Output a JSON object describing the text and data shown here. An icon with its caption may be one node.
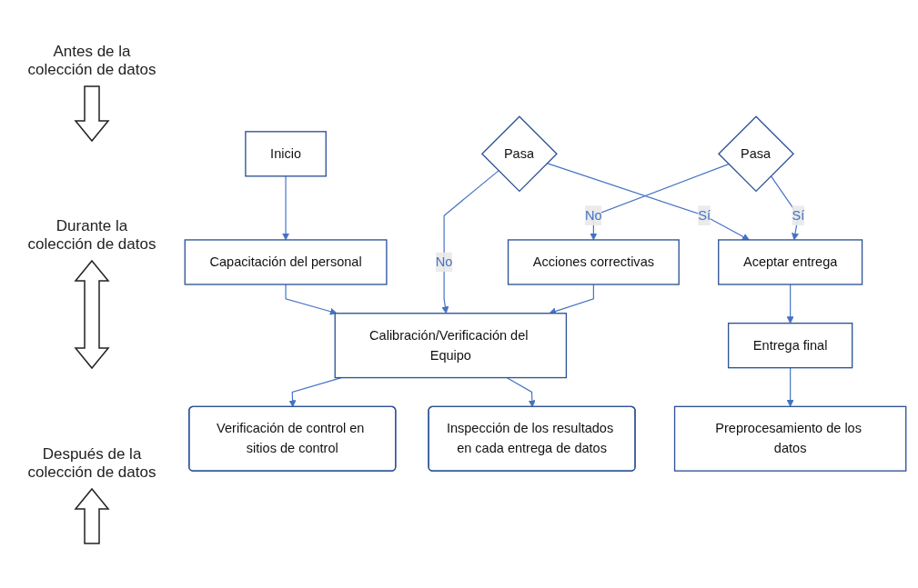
{
  "diagram": {
    "nodes": [
      {
        "text": [
          "Inicio"
        ]
      },
      {
        "text": [
          "Capacitación del personal"
        ]
      },
      {
        "text": [
          "Calibración/Verificación del Equipo"
        ]
      },
      {
        "text": [
          "Verificación de control en sitios de control"
        ]
      },
      {
        "text": [
          "Inspección de los resultados en cada entrega de datos"
        ]
      },
      {
        "text": [
          "Pasa"
        ]
      },
      {
        "text": [
          "Pasa"
        ]
      },
      {
        "text": [
          "Acciones correctivas"
        ]
      },
      {
        "text": [
          "Aceptar entrega"
        ]
      },
      {
        "text": [
          "Entrega final"
        ]
      },
      {
        "text": [
          "Preprocesamiento de los datos"
        ]
      }
    ],
    "edges": [
      {
        "from": 0,
        "to": 1,
        "arrow": "to"
      },
      {
        "from": 1,
        "to": 2,
        "arrow": "to"
      },
      {
        "from": 2,
        "to": 3,
        "arrow": "to"
      },
      {
        "from": 2,
        "to": 4,
        "arrow": "to"
      },
      {
        "from": 5,
        "to": 2,
        "arrow": "to",
        "label": "No"
      },
      {
        "from": 6,
        "to": 7,
        "arrow": "to",
        "label": "No"
      },
      {
        "from": 7,
        "to": 2,
        "arrow": "to"
      },
      {
        "from": 5,
        "to": 8,
        "arrow": "to",
        "label": "Sí"
      },
      {
        "from": 6,
        "to": 8,
        "arrow": "to",
        "label": "Sí"
      },
      {
        "from": 8,
        "to": 9,
        "arrow": "to"
      },
      {
        "from": 9,
        "to": 10,
        "arrow": "to"
      }
    ],
    "labels": [
      "Antes de la colección de datos",
      "Durante la colección de datos",
      "Después de la colección de datos"
    ]
  }
}
